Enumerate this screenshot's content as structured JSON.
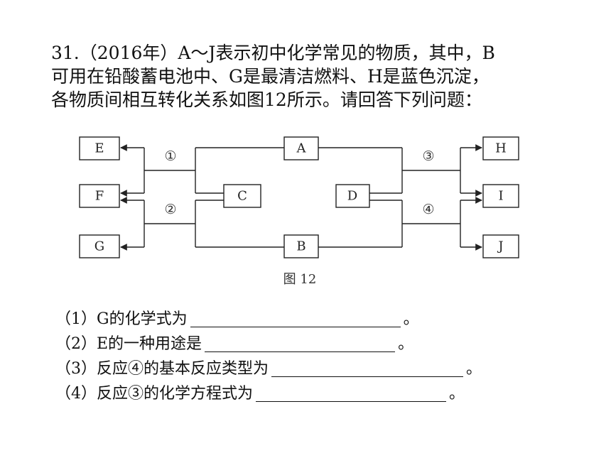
{
  "intro_lines": [
    "31.（2016年）A～J表示初中化学常见的物质，其中，B",
    "可用在铅酸蓄电池中、G是最清洁燃料、H是蓝色沉淀，",
    "各物质间相互转化关系如图12所示。请回答下列问题："
  ],
  "figure": {
    "boxes": {
      "A": "A",
      "B": "B",
      "C": "C",
      "D": "D",
      "E": "E",
      "F": "F",
      "G": "G",
      "H": "H",
      "I": "I",
      "J": "J"
    },
    "reactions": [
      "①",
      "②",
      "③",
      "④"
    ],
    "caption": "图 12"
  },
  "questions": [
    {
      "text": "（1）G的化学式为",
      "end": "。"
    },
    {
      "text": "（2）E的一种用途是",
      "end": "。"
    },
    {
      "text": "（3）反应④的基本反应类型为",
      "end": "。"
    },
    {
      "text": "（4）反应③的化学方程式为",
      "end": "。"
    }
  ]
}
